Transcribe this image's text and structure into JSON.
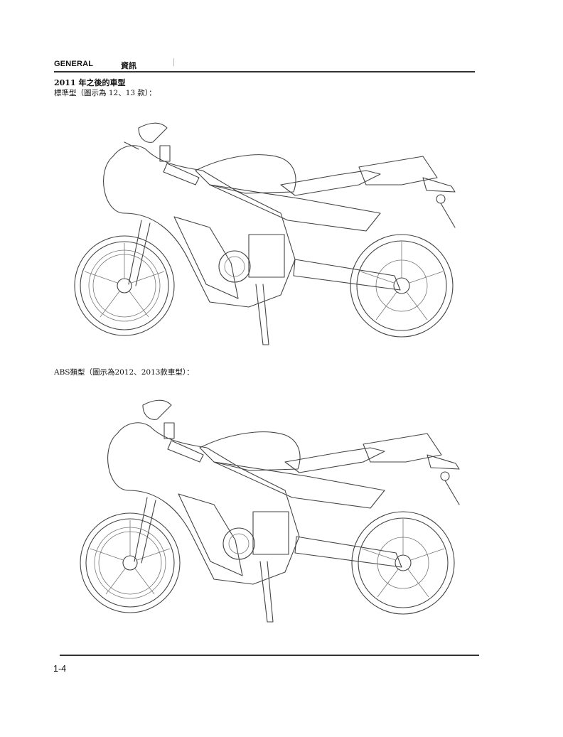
{
  "header": {
    "section_en": "GENERAL",
    "section_zh": "資訊"
  },
  "section_title": "2011 年之後的車型",
  "figures": [
    {
      "caption": "標準型（圖示為 12、13 款）：",
      "icon": "motorcycle-side-view-line-drawing"
    },
    {
      "caption": "ABS類型（圖示為2012、2013款車型）：",
      "icon": "motorcycle-side-view-line-drawing"
    }
  ],
  "footer": {
    "page_number": "1-4"
  },
  "colors": {
    "rule": "#333333",
    "line_art": "#444444"
  }
}
